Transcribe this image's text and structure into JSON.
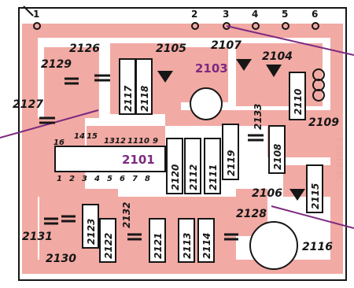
{
  "board": {
    "colors": {
      "copper": "#f2aaa4",
      "ink": "#161616",
      "highlight": "#7b2a80",
      "background": "#ffffff"
    },
    "connectors": [
      "1",
      "2",
      "3",
      "4",
      "5",
      "6"
    ],
    "ic": {
      "ref": "2101",
      "pins_top": [
        "16",
        "14",
        "15",
        "13",
        "12",
        "11",
        "10",
        "9"
      ],
      "pins_bottom": [
        "1",
        "2",
        "3",
        "4",
        "5",
        "6",
        "7",
        "8"
      ]
    },
    "transistor_ref": "2103",
    "transistor2_ref": "2116",
    "labels": {
      "r2126": "2126",
      "r2129": "2129",
      "r2105": "2105",
      "r2107": "2107",
      "r2104": "2104",
      "r2127": "2127",
      "r2133": "2133",
      "r2109": "2109",
      "r2106": "2106",
      "r2128": "2128",
      "r2131": "2131",
      "r2130": "2130",
      "r2132": "2132",
      "r2117": "2117",
      "r2118": "2118",
      "r2110": "2110",
      "r2120": "2120",
      "r2112": "2112",
      "r2111": "2111",
      "r2119": "2119",
      "r2108": "2108",
      "r2115": "2115",
      "r2123": "2123",
      "r2122": "2122",
      "r2121": "2121",
      "r2113": "2113",
      "r2114": "2114"
    },
    "edge_text": "F 5818 8C"
  }
}
